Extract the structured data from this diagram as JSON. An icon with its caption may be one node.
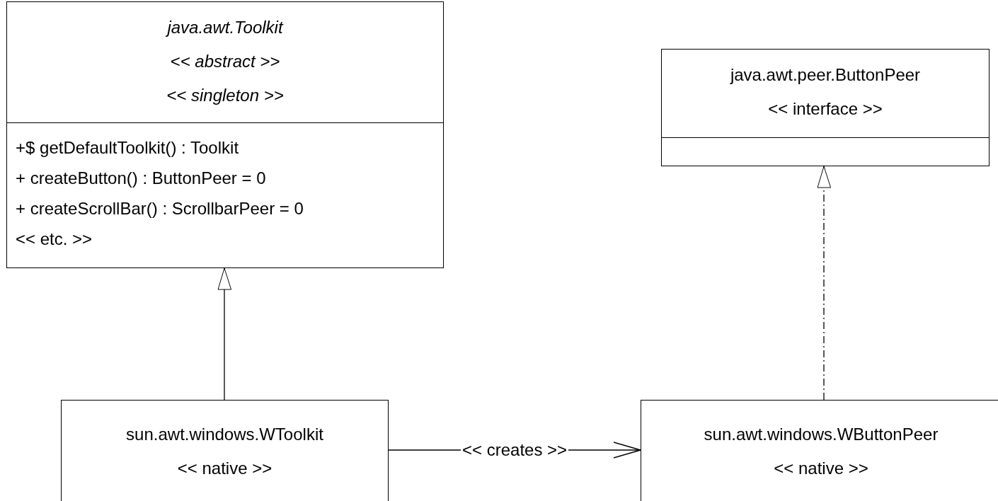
{
  "diagram": {
    "nodes": [
      {
        "text": [
          "java.awt.Toolkit",
          "<< abstract >>",
          "<< singleton >>",
          "+$ getDefaultToolkit() : Toolkit",
          "+ createButton() : ButtonPeer = 0",
          "+ createScrollBar() : ScrollbarPeer = 0",
          "<< etc. >>"
        ]
      },
      {
        "text": [
          "java.awt.peer.ButtonPeer",
          "<< interface >>"
        ]
      },
      {
        "text": [
          "sun.awt.windows.WToolkit",
          "<< native >>"
        ]
      },
      {
        "text": [
          "sun.awt.windows.WButtonPeer",
          "<< native >>"
        ]
      }
    ],
    "edges": [
      {
        "from": 2,
        "to": 0,
        "arrow": "to"
      },
      {
        "from": 3,
        "to": 1,
        "arrow": "to",
        "style": "dashed"
      },
      {
        "from": 2,
        "to": 3,
        "arrow": "to",
        "label": "<< creates >>"
      }
    ]
  }
}
